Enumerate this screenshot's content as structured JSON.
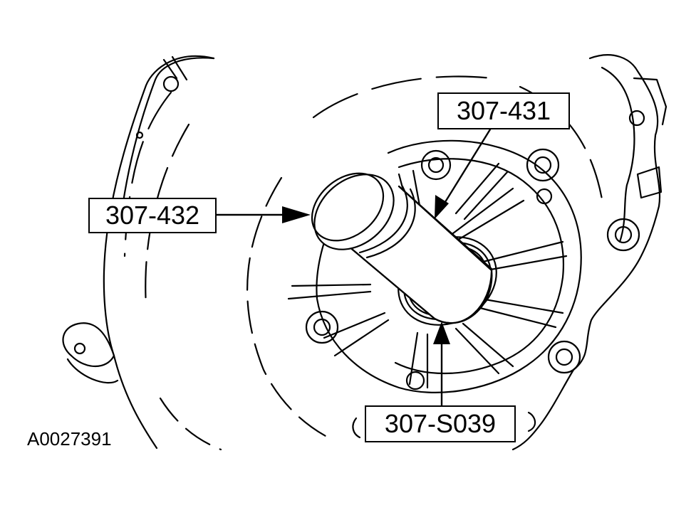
{
  "labels": {
    "tool_upper": "307-431",
    "tool_left": "307-432",
    "tool_bottom": "307-S039"
  },
  "figure_id": "A0027391"
}
